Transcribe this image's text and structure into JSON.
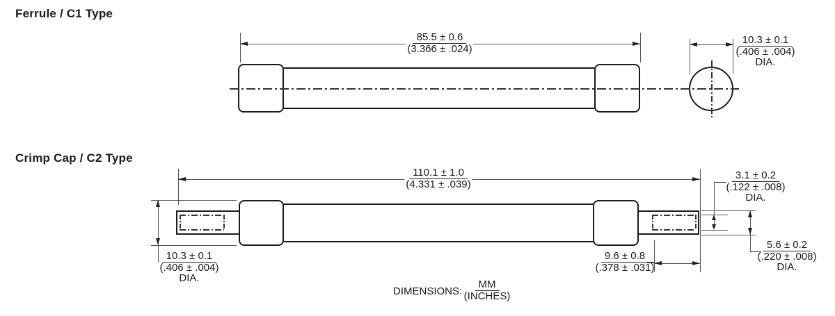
{
  "colors": {
    "ink": "#1b1b1b",
    "thin_line": "#555555",
    "centerline": "#333333"
  },
  "sections": {
    "ferrule": {
      "title": "Ferrule / C1 Type",
      "length_dim": {
        "mm": "85.5 ± 0.6",
        "in": "(3.366 ± .024)"
      },
      "dia_dim": {
        "mm": "10.3 ± 0.1",
        "in": "(.406 ± .004)",
        "suffix": "DIA."
      }
    },
    "crimp": {
      "title": "Crimp Cap / C2 Type",
      "length_dim": {
        "mm": "110.1 ± 1.0",
        "in": "(4.331 ± .039)"
      },
      "body_dia_dim": {
        "mm": "10.3 ± 0.1",
        "in": "(.406 ± .004)",
        "suffix": "DIA."
      },
      "crimp_dia_dim": {
        "mm": "3.1 ± 0.2",
        "in": "(.122 ± .008)",
        "suffix": "DIA."
      },
      "pin_dia_dim": {
        "mm": "5.6 ± 0.2",
        "in": "(.220 ± .008)",
        "suffix": "DIA."
      },
      "pin_len_dim": {
        "mm": "9.6 ± 0.8",
        "in": "(.378 ± .031)"
      }
    },
    "footer": {
      "label": "DIMENSIONS:",
      "units_mm": "MM",
      "units_in": "(INCHES)"
    }
  }
}
